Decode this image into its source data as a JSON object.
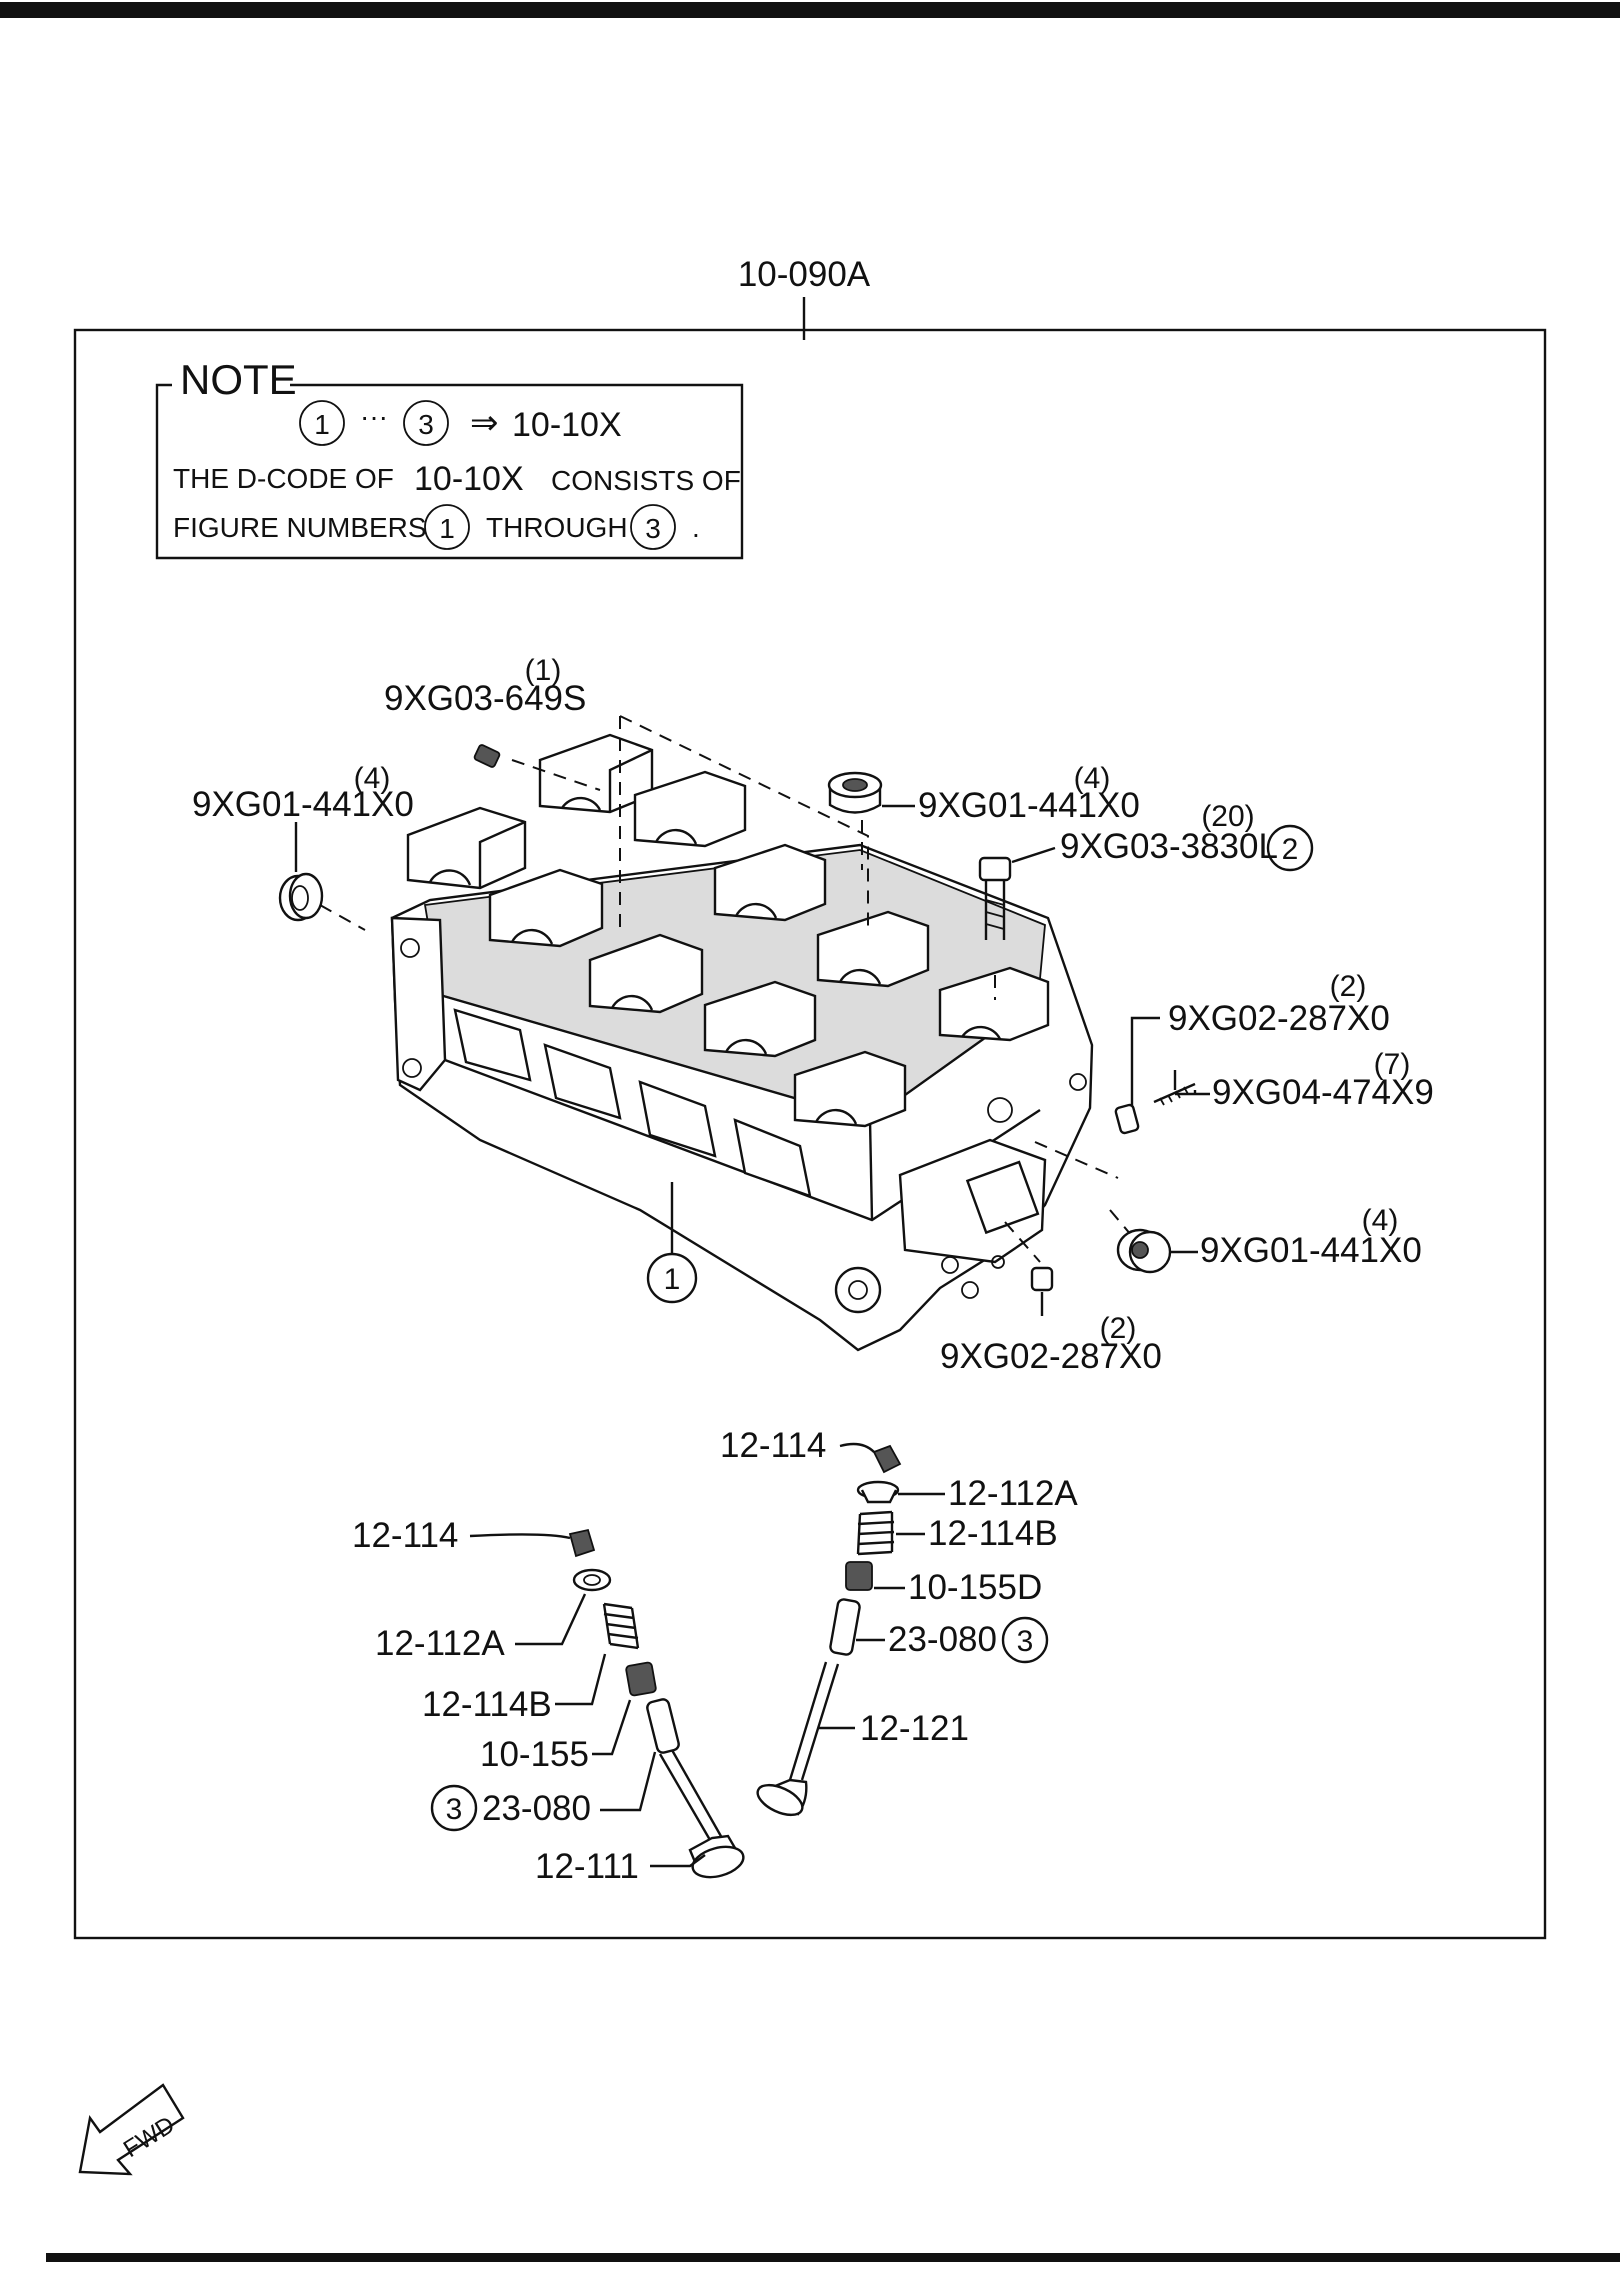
{
  "assembly_code": "10-090A",
  "note": {
    "heading": "NOTE",
    "formula_from": "1",
    "formula_dots": "···",
    "formula_to": "3",
    "formula_arrow": "⇒",
    "formula_result": "10-10X",
    "line1_a": "THE D-CODE OF",
    "line1_code": "10-10X",
    "line1_b": "CONSISTS OF",
    "line2_a": "FIGURE NUMBERS",
    "line2_from": "1",
    "line2_through": "THROUGH",
    "line2_to": "3",
    "line2_end": "."
  },
  "parts": {
    "p_649s": {
      "code": "9XG03-649S",
      "qty": "(1)"
    },
    "p_441_l": {
      "code": "9XG01-441X0",
      "qty": "(4)"
    },
    "p_441_t": {
      "code": "9XG01-441X0",
      "qty": "(4)"
    },
    "p_3830": {
      "code": "9XG03-3830L",
      "qty": "(20)",
      "circle": "2"
    },
    "p_287_r": {
      "code": "9XG02-287X0",
      "qty": "(2)"
    },
    "p_474": {
      "code": "9XG04-474X9",
      "qty": "(7)"
    },
    "p_441_r": {
      "code": "9XG01-441X0",
      "qty": "(4)"
    },
    "p_287_b": {
      "code": "9XG02-287X0",
      "qty": "(2)"
    },
    "cyl_head": {
      "circle": "1"
    }
  },
  "valves_right": [
    {
      "code": "12-114"
    },
    {
      "code": "12-112A"
    },
    {
      "code": "12-114B"
    },
    {
      "code": "10-155D"
    },
    {
      "code": "23-080",
      "circle": "3"
    },
    {
      "code": "12-121"
    }
  ],
  "valves_left": [
    {
      "code": "12-114"
    },
    {
      "code": "12-112A"
    },
    {
      "code": "12-114B"
    },
    {
      "code": "10-155"
    },
    {
      "code": "23-080",
      "circle": "3"
    },
    {
      "code": "12-111"
    }
  ],
  "fwd_badge": "FWD"
}
